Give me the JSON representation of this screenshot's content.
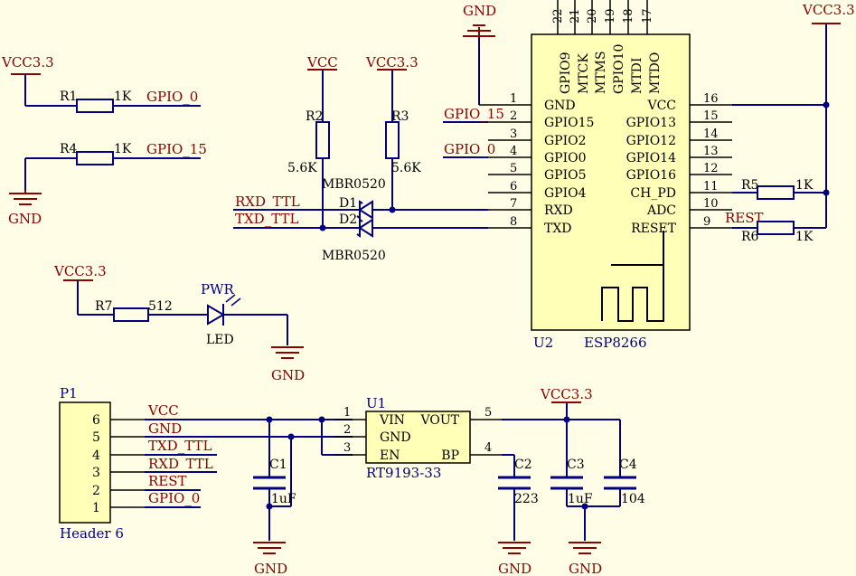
{
  "labels": {
    "gnd": "GND",
    "vcc": "VCC",
    "vcc33": "VCC3.3"
  },
  "nets": {
    "gpio_0": "GPIO_0",
    "gpio_15": "GPIO_15",
    "rxd_ttl": "RXD_TTL",
    "txd_ttl": "TXD_TTL",
    "rest": "REST"
  },
  "esp": {
    "designator": "U2",
    "part": "ESP8266",
    "top_nums": [
      "22",
      "21",
      "20",
      "19",
      "18",
      "17"
    ],
    "top_labels": [
      "GPIO9",
      "MTCK",
      "MTMS",
      "GPIO10",
      "MTDI",
      "MTDO"
    ],
    "left_nums": [
      "1",
      "2",
      "3",
      "4",
      "5",
      "6",
      "7",
      "8"
    ],
    "left_labels": [
      "GND",
      "GPIO15",
      "GPIO2",
      "GPIO0",
      "GPIO5",
      "GPIO4",
      "RXD",
      "TXD"
    ],
    "right_nums": [
      "16",
      "15",
      "14",
      "13",
      "12",
      "11",
      "10",
      "9"
    ],
    "right_labels": [
      "VCC",
      "GPIO13",
      "GPIO12",
      "GPIO14",
      "GPIO16",
      "CH_PD",
      "ADC",
      "RESET"
    ]
  },
  "parts": {
    "r1": {
      "ref": "R1",
      "value": "1K"
    },
    "r2": {
      "ref": "R2",
      "value": "5.6K"
    },
    "r3": {
      "ref": "R3",
      "value": "5.6K"
    },
    "r4": {
      "ref": "R4",
      "value": "1K"
    },
    "r5": {
      "ref": "R5",
      "value": "1K"
    },
    "r6": {
      "ref": "R6",
      "value": "1K"
    },
    "r7": {
      "ref": "R7",
      "value": "512"
    },
    "d1": {
      "ref": "D1",
      "value": "MBR0520"
    },
    "d2": {
      "ref": "D2",
      "value": "MBR0520"
    },
    "led": {
      "ref": "PWR",
      "value": "LED"
    },
    "c1": {
      "ref": "C1",
      "value": "1uF"
    },
    "c2": {
      "ref": "C2",
      "value": "223"
    },
    "c3": {
      "ref": "C3",
      "value": "1uF"
    },
    "c4": {
      "ref": "C4",
      "value": "104"
    }
  },
  "header": {
    "designator": "P1",
    "part": "Header 6",
    "nums": [
      "6",
      "5",
      "4",
      "3",
      "2",
      "1"
    ],
    "nets": [
      "VCC",
      "GND",
      "TXD_TTL",
      "RXD_TTL",
      "REST",
      "GPIO_0"
    ]
  },
  "regulator": {
    "designator": "U1",
    "part": "RT9193-33",
    "nums": [
      "1",
      "2",
      "3",
      "5",
      "4"
    ],
    "labels": [
      "VIN",
      "GND",
      "EN",
      "VOUT",
      "BP"
    ]
  }
}
